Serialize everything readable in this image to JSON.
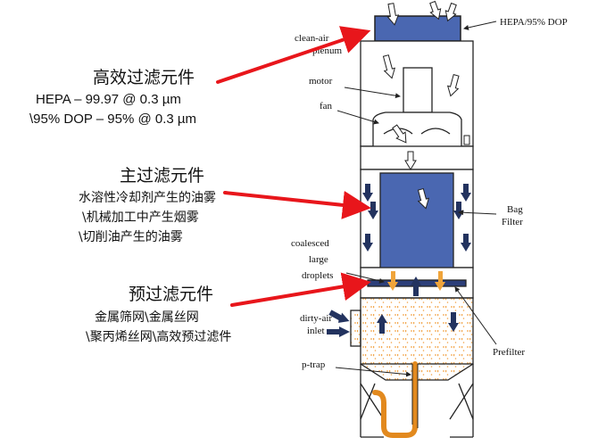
{
  "colors": {
    "red_arrow": "#e8161b",
    "filter_blue": "#4a67b1",
    "filter_dark": "#2c3f7a",
    "drop_orange": "#f0a43a",
    "pipe_orange": "#e2891e",
    "hatch": "#f2a54a",
    "arrow_blue": "#23335f",
    "outline": "#222222"
  },
  "callouts": {
    "hepa": {
      "title": "高效过滤元件",
      "lines": [
        "HEPA – 99.97 @ 0.3 µm",
        "\\95% DOP – 95% @ 0.3 µm"
      ]
    },
    "main": {
      "title": "主过滤元件",
      "lines": [
        "水溶性冷却剂产生的油雾",
        "\\机械加工中产生烟雾",
        "\\切削油产生的油雾"
      ]
    },
    "pre": {
      "title": "预过滤元件",
      "lines": [
        "金属筛网\\金属丝网",
        "\\聚丙烯丝网\\高效预过滤件"
      ]
    }
  },
  "diagram_labels": {
    "hepa_dop": "HEPA/95% DOP",
    "clean_air": "clean-air",
    "plenum": "plenum",
    "motor": "motor",
    "fan": "fan",
    "bag": "Bag",
    "filter": "Filter",
    "coalesced": "coalesced",
    "large": "large",
    "droplets": "droplets",
    "dirty_air": "dirty-air",
    "inlet": "inlet",
    "prefilter": "Prefilter",
    "p_trap": "p-trap"
  },
  "icons": [
    "airflow-arrow-icon",
    "fan-icon",
    "pointer-arrow-icon"
  ]
}
